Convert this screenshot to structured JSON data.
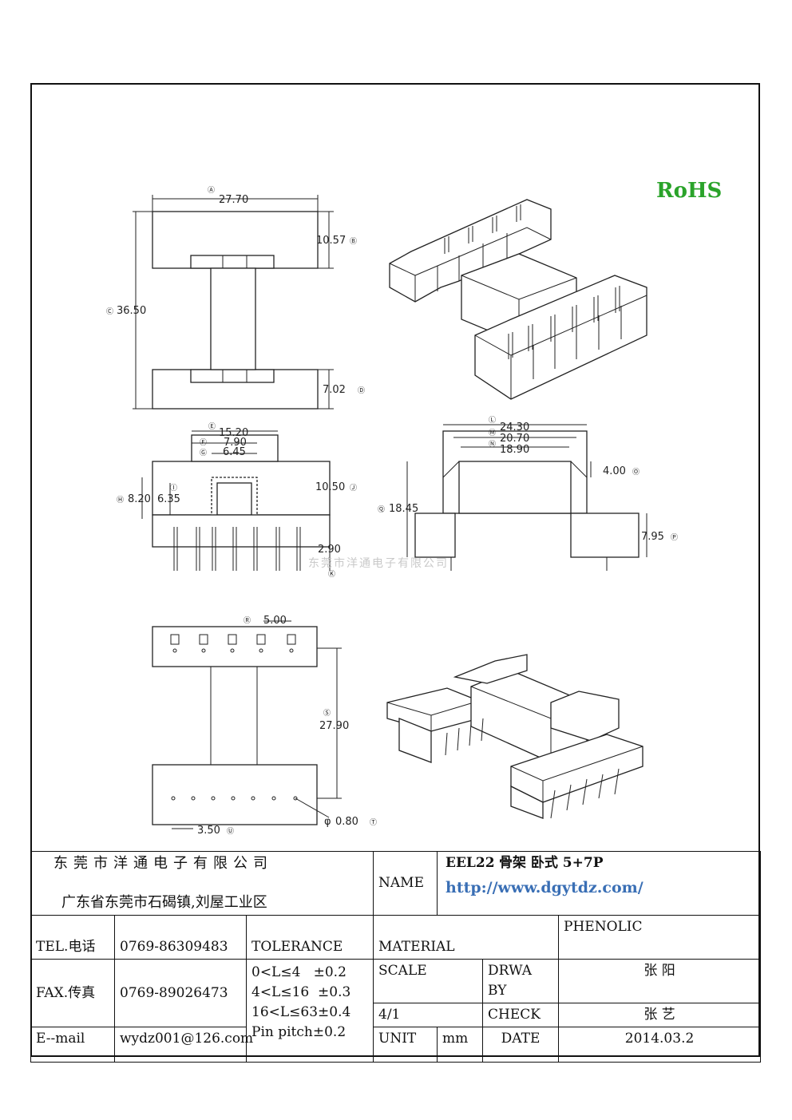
{
  "rohs": "RoHS",
  "watermark": "东莞市洋通电子有限公司",
  "dimensions": {
    "A": "27.70",
    "B": "10.57",
    "C": "36.50",
    "D": "7.02",
    "E": "15.20",
    "F": "7.90",
    "G": "6.45",
    "H": "8.20",
    "I": "6.35",
    "J": "10.50",
    "K": "2.90",
    "L": "24.30",
    "M": "20.70",
    "N": "18.90",
    "O": "4.00",
    "Q": "18.45",
    "P": "7.95",
    "R": "5.00",
    "S": "27.90",
    "T": "0.80",
    "T_prefix": "φ",
    "U": "3.50"
  },
  "title_block": {
    "company": "东莞市洋通电子有限公司",
    "address": "广东省东莞市石碣镇,刘屋工业区",
    "name_label": "NAME",
    "name_value": "EEL22",
    "name_value_cn": "骨架 卧式 5+7P",
    "url": "http://www.dgytdz.com/",
    "tel_label": "TEL.电话",
    "tel_value": "0769-86309483",
    "tolerance_label": "TOLERANCE",
    "material_label": "MATERIAL",
    "material_value": "PHENOLIC",
    "fax_label": "FAX.传真",
    "fax_value": "0769-89026473",
    "tolerances": [
      "0<L≤4   ±0.2",
      "4<L≤16  ±0.3",
      "16<L≤63±0.4",
      "Pin pitch±0.2"
    ],
    "scale_label": "SCALE",
    "scale_value": "4/1",
    "drawn_label_1": "DRWA",
    "drawn_label_2": "BY",
    "drawn_value": "张 阳",
    "check_label": "CHECK",
    "check_value": "张 艺",
    "email_label": "E--mail",
    "email_value": "wydz001@126.com",
    "unit_label": "UNIT",
    "unit_value": "mm",
    "date_label": "DATE",
    "date_value": "2014.03.2"
  }
}
